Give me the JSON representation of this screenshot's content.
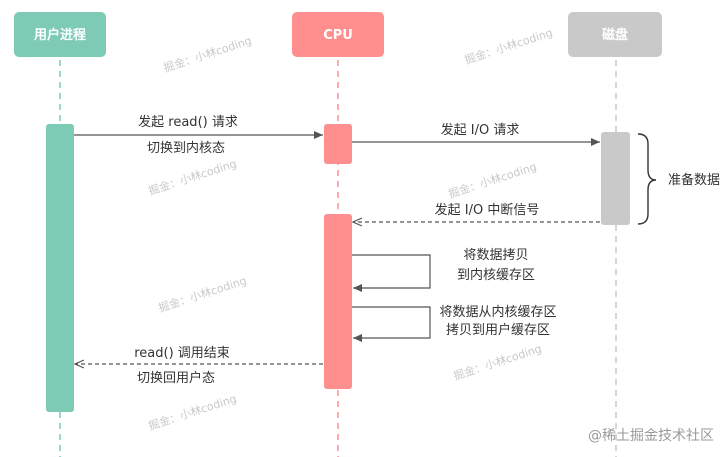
{
  "participants": {
    "user": {
      "label": "用户进程",
      "color": "#7ecbb5"
    },
    "cpu": {
      "label": "CPU",
      "color": "#ff8f8f"
    },
    "disk": {
      "label": "磁盘",
      "color": "#c9c9c9"
    }
  },
  "messages": {
    "m1": {
      "line1": "发起 read() 请求",
      "line2": "切换到内核态"
    },
    "m2": {
      "line1": "发起 I/O 请求"
    },
    "m3": {
      "line1": "发起 I/O 中断信号"
    },
    "m4": {
      "line1": "将数据拷贝",
      "line2": "到内核缓存区"
    },
    "m5": {
      "line1": "将数据从内核缓存区",
      "line2": "拷贝到用户缓存区"
    },
    "m6": {
      "line1": "read() 调用结束",
      "line2": "切换回用户态"
    }
  },
  "brace_label": "准备数据",
  "watermark": "掘金：小林coding",
  "credit": "@稀土掘金技术社区",
  "colors": {
    "line": "#555555",
    "user": "#7ecbb5",
    "cpu": "#ff8f8f",
    "disk": "#c9c9c9"
  }
}
